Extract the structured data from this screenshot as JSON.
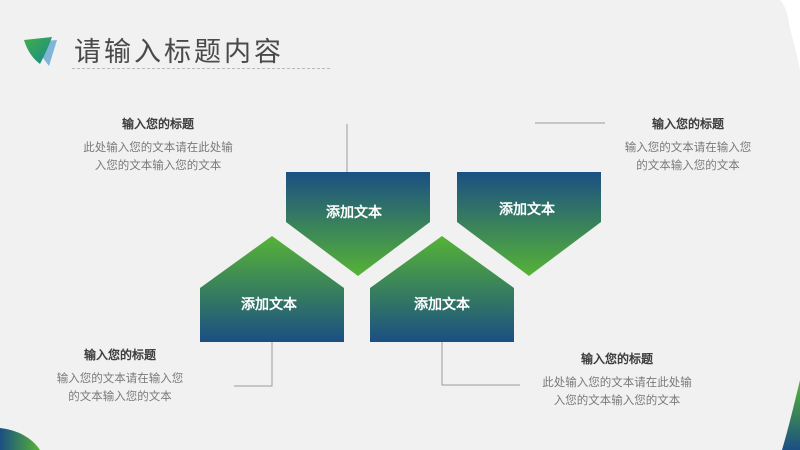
{
  "header": {
    "title": "请输入标题内容"
  },
  "shapes": [
    {
      "label": "添加文本"
    },
    {
      "label": "添加文本"
    },
    {
      "label": "添加文本"
    },
    {
      "label": "添加文本"
    }
  ],
  "text_blocks": [
    {
      "title": "输入您的标题",
      "lines": [
        "此处输入您的文本请在此处输",
        "入您的文本输入您的文本"
      ]
    },
    {
      "title": "输入您的标题",
      "lines": [
        "输入您的文本请在输入您",
        "的文本输入您的文本"
      ]
    },
    {
      "title": "输入您的标题",
      "lines": [
        "输入您的文本请在输入您",
        "的文本输入您的文本"
      ]
    },
    {
      "title": "输入您的标题",
      "lines": [
        "此处输入您的文本请在此处输",
        "入您的文本输入您的文本"
      ]
    }
  ],
  "colors": {
    "gradient_blue": "#1b4f83",
    "gradient_green": "#56b336",
    "title_text": "#4a4a4a",
    "body_text": "#7a7a7a",
    "connector": "#9a9a9a"
  }
}
